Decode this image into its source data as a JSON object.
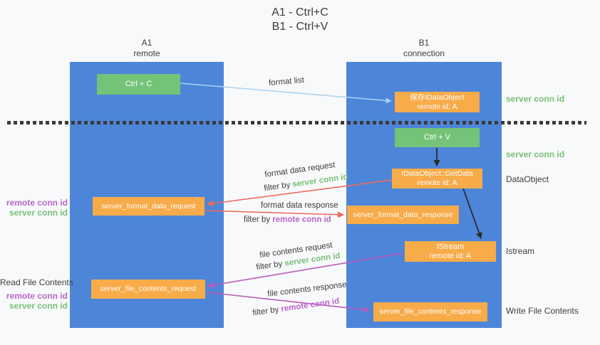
{
  "title": {
    "line1": "A1 - Ctrl+C",
    "line2": "B1 - Ctrl+V"
  },
  "lanes": {
    "a": {
      "name": "A1",
      "role": "remote"
    },
    "b": {
      "name": "B1",
      "role": "connection"
    }
  },
  "nodes": {
    "ctrl_c": {
      "label": "Ctrl + C"
    },
    "save_idataobject": {
      "line1": "保存IDataObject",
      "line2": "remote id: A"
    },
    "ctrl_v": {
      "label": "Ctrl + V"
    },
    "getdata": {
      "line1": "IDataObject::GetData",
      "line2": "remote id: A"
    },
    "format_request": {
      "label": "server_format_data_request"
    },
    "format_response": {
      "label": "server_format_data_response"
    },
    "istream": {
      "line1": "IStream",
      "line2": "remote id: A"
    },
    "file_request": {
      "label": "server_file_contents_request"
    },
    "file_response": {
      "label": "server_file_contents_response"
    }
  },
  "edge_labels": {
    "format_list": "format list",
    "format_data_request": "format data request",
    "format_data_response": "format data response",
    "file_contents_request": "file contents request",
    "file_contents_response": "file contents response",
    "filter_by": "filter by",
    "server_conn_id": "server conn id",
    "remote_conn_id": "remote conn id"
  },
  "side_labels": {
    "server_conn_id": "server conn id",
    "remote_conn_id": "remote conn id",
    "dataobject": "DataObject",
    "istream": "Istream",
    "read_file_contents": "Read File Contents",
    "write_file_contents": "Write File Contents"
  },
  "colors": {
    "background": "#f8f9fa",
    "lane_blue": "#4d86d8",
    "node_green": "#74c379",
    "node_orange": "#f8ab49",
    "text_dark": "#3d3d3d",
    "text_green": "#77c077",
    "text_purple": "#b668c9",
    "arrow_lightblue": "#a9d2f3",
    "arrow_black": "#2b2b2b",
    "arrow_red": "#ed6a5e",
    "arrow_purple": "#bb5abd",
    "separator_dark": "#3a3a3a"
  }
}
